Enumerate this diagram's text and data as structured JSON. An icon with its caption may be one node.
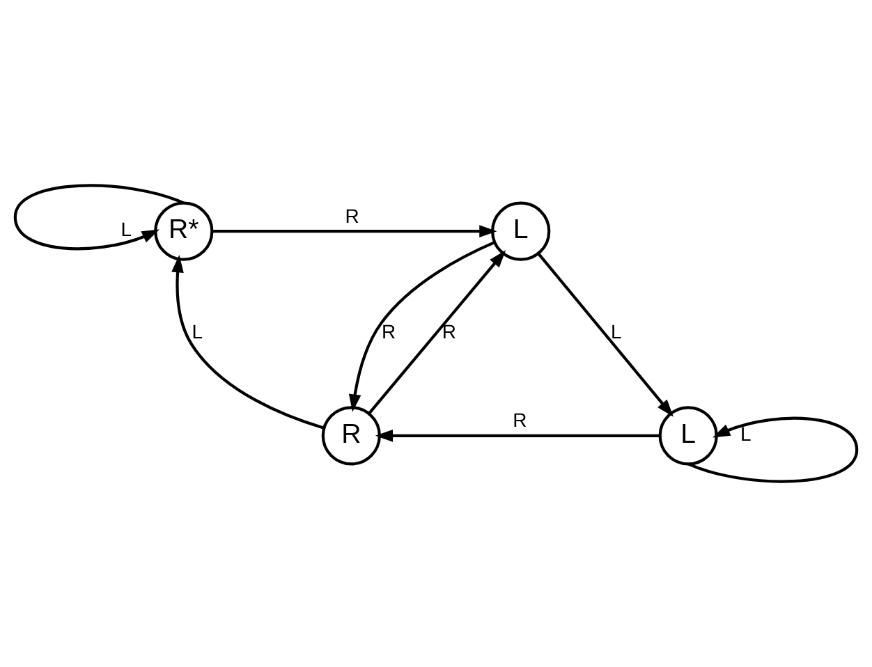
{
  "diagram": {
    "nodes": [
      {
        "text": [
          "R*"
        ]
      },
      {
        "text": [
          "L"
        ]
      },
      {
        "text": [
          "R"
        ]
      },
      {
        "text": [
          "L"
        ]
      }
    ],
    "edges": [
      {
        "from": 0,
        "to": 0,
        "arrow": "to",
        "label": "L"
      },
      {
        "from": 0,
        "to": 1,
        "arrow": "to",
        "label": "R"
      },
      {
        "from": 1,
        "to": 3,
        "arrow": "to",
        "label": "L"
      },
      {
        "from": 3,
        "to": 3,
        "arrow": "to",
        "label": "L"
      },
      {
        "from": 3,
        "to": 2,
        "arrow": "to",
        "label": "R"
      },
      {
        "from": 2,
        "to": 0,
        "arrow": "to",
        "label": "L"
      },
      {
        "from": 2,
        "to": 1,
        "arrow": "to",
        "label": "R"
      },
      {
        "from": 1,
        "to": 2,
        "arrow": "to",
        "label": "R"
      }
    ]
  }
}
